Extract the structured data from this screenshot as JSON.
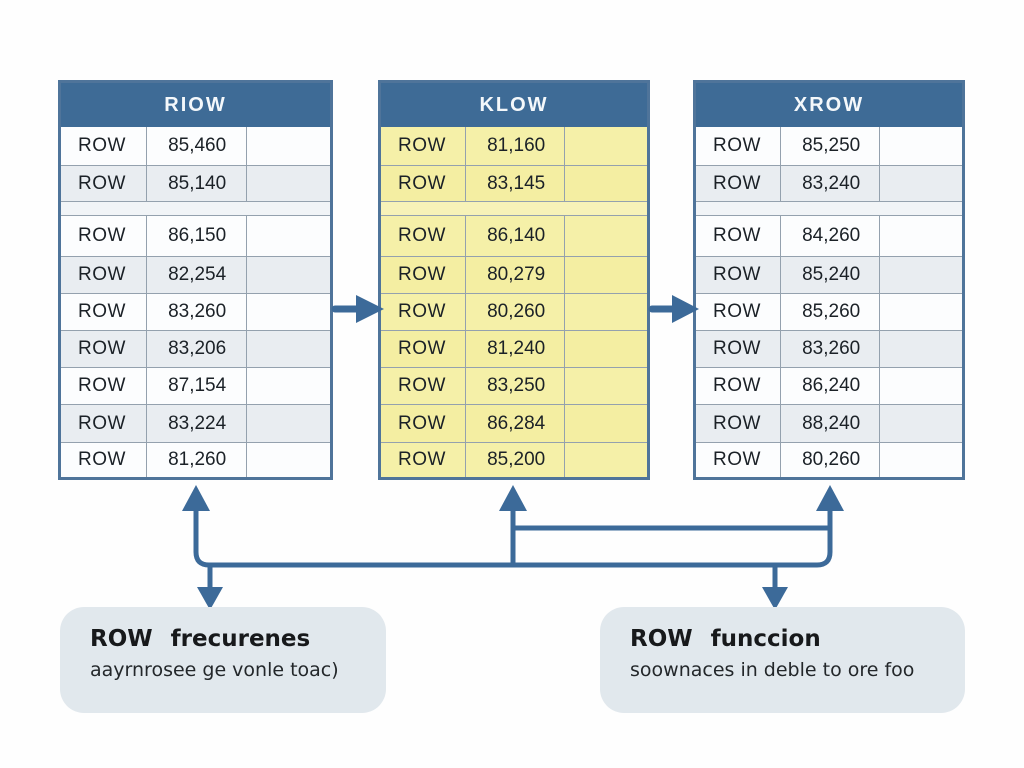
{
  "tables": [
    {
      "header": "RIOW",
      "theme": "gray",
      "rows": [
        [
          "ROW",
          "85,460"
        ],
        [
          "ROW",
          "85,140"
        ],
        [
          "ROW",
          "86,150"
        ],
        [
          "ROW",
          "82,254"
        ],
        [
          "ROW",
          "83,260"
        ],
        [
          "ROW",
          "83,206"
        ],
        [
          "ROW",
          "87,154"
        ],
        [
          "ROW",
          "83,224"
        ],
        [
          "ROW",
          "81,260"
        ]
      ]
    },
    {
      "header": "KLOW",
      "theme": "yellow",
      "rows": [
        [
          "ROW",
          "81,160"
        ],
        [
          "ROW",
          "83,145"
        ],
        [
          "ROW",
          "86,140"
        ],
        [
          "ROW",
          "80,279"
        ],
        [
          "ROW",
          "80,260"
        ],
        [
          "ROW",
          "81,240"
        ],
        [
          "ROW",
          "83,250"
        ],
        [
          "ROW",
          "86,284"
        ],
        [
          "ROW",
          "85,200"
        ]
      ]
    },
    {
      "header": "XROW",
      "theme": "gray",
      "rows": [
        [
          "ROW",
          "85,250"
        ],
        [
          "ROW",
          "83,240"
        ],
        [
          "ROW",
          "84,260"
        ],
        [
          "ROW",
          "85,240"
        ],
        [
          "ROW",
          "85,260"
        ],
        [
          "ROW",
          "83,260"
        ],
        [
          "ROW",
          "86,240"
        ],
        [
          "ROW",
          "88,240"
        ],
        [
          "ROW",
          "80,260"
        ]
      ]
    }
  ],
  "callouts": [
    {
      "title": "ROW frecurenes",
      "subtitle": "aayrnrosee ge vonle toac)"
    },
    {
      "title": "ROW funccion",
      "subtitle": "soownaces in deble to ore foo"
    }
  ],
  "colors": {
    "header_blue": "#3e6b96",
    "table_border": "#4f749a",
    "grid_line": "#94a1ae",
    "row_alt_gray": "#e9edf1",
    "row_yellow": "#f5f0a8",
    "arrow_blue": "#3c6a99",
    "callout_bg": "#e1e8ed"
  },
  "icons": {
    "flow_arrow_right": "solid right-pointing arrow between tables",
    "flow_arrow_up": "solid up-pointing arrow from connector rail to table",
    "flow_arrow_down": "solid down-pointing arrow from connector rail to callout"
  }
}
